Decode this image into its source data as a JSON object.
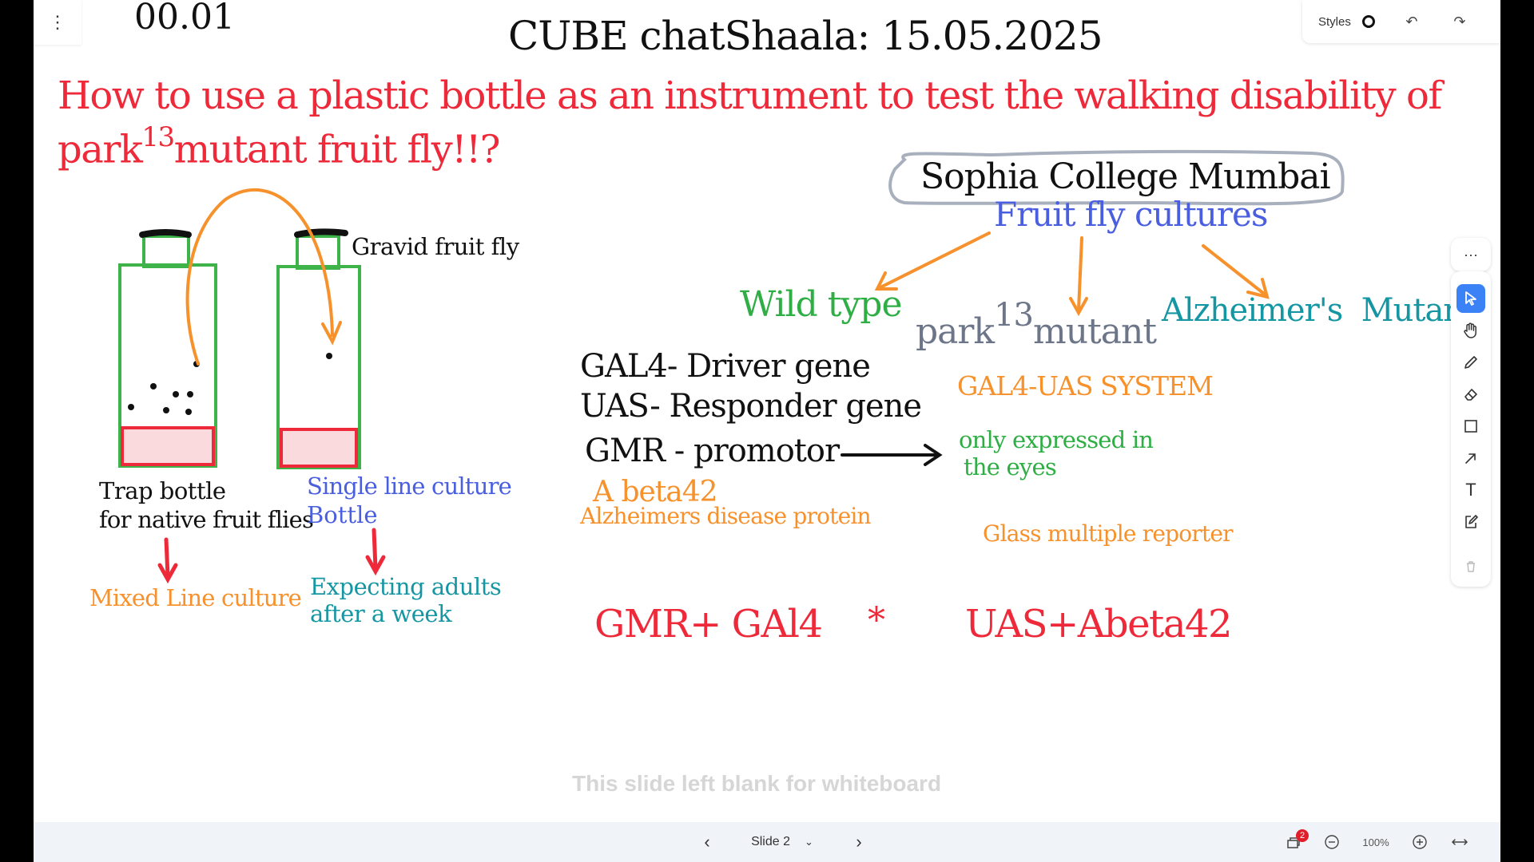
{
  "timer": "00.01",
  "title": "CUBE chatShaala: 15.05.2025",
  "question_line1": "How to use a plastic bottle as an instrument to test the walking disability of",
  "question_line2_prefix": "park",
  "question_line2_sup": "13",
  "question_line2_suffix": "mutant fruit fly!!?",
  "toolbar_top": {
    "styles_label": "Styles",
    "undo_icon": "undo-icon",
    "redo_icon": "redo-icon"
  },
  "diagram": {
    "gravid_label": "Gravid fruit fly",
    "trap_label_1": "Trap bottle",
    "trap_label_2": "for native fruit flies",
    "single_label_1": "Single line culture",
    "single_label_2": "Bottle",
    "mixed_label": "Mixed Line culture",
    "expecting_1": "Expecting adults",
    "expecting_2": "after a week"
  },
  "tree": {
    "root": "Sophia College Mumbai",
    "sub": "Fruit fly cultures",
    "wild": "Wild type",
    "park_prefix": "park",
    "park_sup": "13",
    "park_suffix": "mutant",
    "alz": "Alzheimer's  Mutant"
  },
  "genes": {
    "gal4": "GAL4- Driver gene",
    "uas": "UAS- Responder gene",
    "gmr": "GMR - promotor",
    "abeta": "A beta42",
    "alz_protein": "Alzheimers disease protein",
    "system": "GAL4-UAS SYSTEM",
    "only_1": "only expressed in",
    "only_2": "the eyes",
    "glass": "Glass multiple reporter",
    "cross_left": "GMR+ GAl4",
    "cross_star": "*",
    "cross_right": "UAS+Abeta42"
  },
  "blank_note": "This slide left blank for whiteboard",
  "bottom": {
    "slide_label": "Slide 2",
    "badge_count": "2",
    "zoom": "100%"
  },
  "colors": {
    "red": "#ee2a3a",
    "green": "#2fae45",
    "orange": "#f7912b",
    "blue": "#4a5fe0",
    "teal": "#1596a3",
    "grey": "#6c7688",
    "black": "#111111"
  }
}
